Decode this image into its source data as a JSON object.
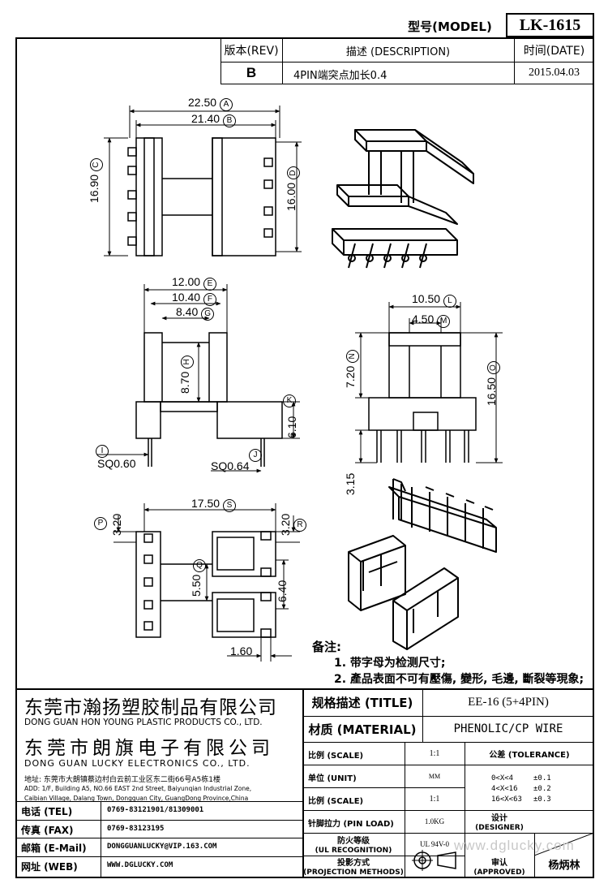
{
  "header": {
    "model_label": "型号(MODEL)",
    "model_value": "LK-1615",
    "rev_label": "版本(REV)",
    "desc_label": "描述 (DESCRIPTION)",
    "date_label": "时间(DATE)",
    "rev_value": "B",
    "desc_value": "4PIN端突点加长0.4",
    "date_value": "2015.04.03"
  },
  "dimensions": {
    "top_view": {
      "a": "22.50",
      "a_tag": "A",
      "b": "21.40",
      "b_tag": "B",
      "c": "16.90",
      "c_tag": "C",
      "d": "16.00",
      "d_tag": "D"
    },
    "side_view": {
      "e": "12.00",
      "e_tag": "E",
      "f": "10.40",
      "f_tag": "F",
      "g": "8.40",
      "g_tag": "G",
      "h": "8.70",
      "h_tag": "H",
      "k": "6.10",
      "k_tag": "K",
      "i": "SQ0.60",
      "i_tag": "I",
      "j": "SQ0.64",
      "j_tag": "J"
    },
    "front_view": {
      "l": "10.50",
      "l_tag": "L",
      "m": "4.50",
      "m_tag": "M",
      "n": "7.20",
      "n_tag": "N",
      "o": "16.50",
      "o_tag": "O",
      "pin": "3.15"
    },
    "bottom_view": {
      "s": "17.50",
      "s_tag": "S",
      "p": "3.20",
      "p_tag": "P",
      "r": "3.20",
      "r_tag": "R",
      "q": "5.50",
      "q_tag": "Q",
      "w": "6.40",
      "w_tag": "",
      "t": "1.60"
    }
  },
  "notes": {
    "title": "备注:",
    "items": [
      "1. 带字母为检测尺寸;",
      "2. 產品表面不可有壓傷, 變形, 毛邊, 斷裂等現象;"
    ]
  },
  "company": {
    "name1_cn": "东莞市瀚扬塑胶制品有限公司",
    "name1_en": "DONG GUAN HON YOUNG PLASTIC PRODUCTS CO., LTD.",
    "name2_cn": "东莞市朗旗电子有限公司",
    "name2_en": "DONG GUAN LUCKY ELECTRONICS CO., LTD.",
    "address_cn": "地址: 东莞市大朗镇蔡边村白云前工业区东二街66号A5栋1楼",
    "address_en1": "ADD: 1/F, Building A5, NO.66 EAST 2nd Street, Baiyunqian Industrial Zone,",
    "address_en2": "Caibian Village, Dalang Town, Dongguan City, GuangDong Province,China"
  },
  "contacts": [
    {
      "label": "电话 (TEL)",
      "value": "0769-83121901/81309001"
    },
    {
      "label": "传真 (FAX)",
      "value": "0769-83123195"
    },
    {
      "label": "邮箱 (E-Mail)",
      "value": "DONGGUANLUCKY@VIP.163.COM"
    },
    {
      "label": "网址 (WEB)",
      "value": "WWW.DGLUCKY.COM"
    }
  ],
  "spec": {
    "title_label": "规格描述 (TITLE)",
    "title_value": "EE-16 (5+4PIN)",
    "material_label": "材质 (MATERIAL)",
    "material_value": "PHENOLIC/CP WIRE",
    "scale_label": "比例 (SCALE)",
    "scale_value": "1:1",
    "tolerance_label": "公差 (TOLERANCE)",
    "unit_label": "单位 (UNIT)",
    "unit_value": "MM",
    "scale2_label": "比例 (SCALE)",
    "scale2_value": "1:1",
    "tol1": "0<X<4",
    "tol1v": "±0.1",
    "tol2": "4<X<16",
    "tol2v": "±0.2",
    "tol3": "16<X<63",
    "tol3v": "±0.3",
    "pin_load_label": "针脚拉力 (PIN LOAD)",
    "pin_load_value": "1.0KG",
    "ul_label1": "防火等级",
    "ul_label2": "(UL RECOGNITION)",
    "ul_value": "UL 94V-0",
    "proj_label1": "投影方式",
    "proj_label2": "(PROJECTION METHODS)",
    "designer_label1": "设计",
    "designer_label2": "(DESIGNER)",
    "approved_label1": "审认",
    "approved_label2": "(APPROVED)",
    "approver_name": "杨炳林"
  },
  "watermark": "www.dglucky.com"
}
